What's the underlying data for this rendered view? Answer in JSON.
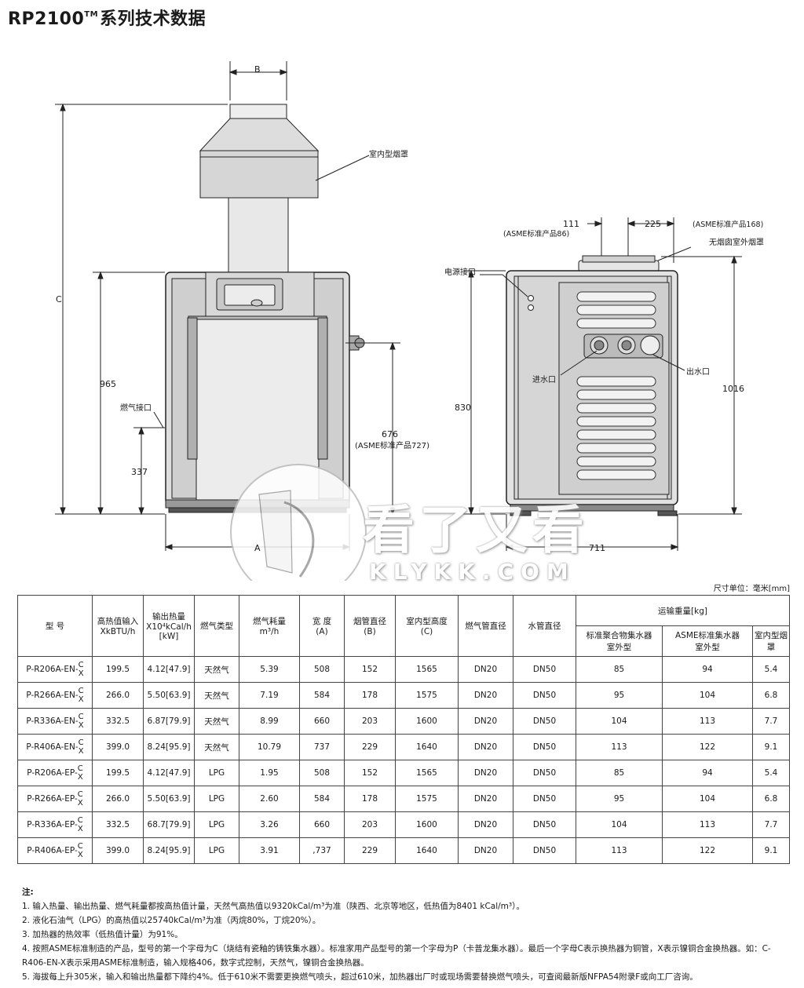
{
  "title": {
    "main": "RP2100",
    "sup": "TM",
    "rest": "系列技术数据"
  },
  "front_view": {
    "dim_b": "B",
    "dim_c": "C",
    "dim_965": "965",
    "dim_337": "337",
    "dim_a": "A",
    "dim_676": "676",
    "dim_676_note": "(ASME标准产品727)",
    "label_hood": "室内型烟罩",
    "label_gas": "燃气接口"
  },
  "side_view": {
    "dim_111": "111",
    "dim_111_note": "(ASME标准产品86)",
    "dim_225": "225",
    "dim_225_note": "(ASME标准产品168)",
    "label_outdoor_hood": "无烟囱室外烟罩",
    "label_power": "电源接口",
    "label_inlet": "进水口",
    "label_outlet": "出水口",
    "dim_830": "830",
    "dim_1016": "1016",
    "dim_711": "711"
  },
  "watermark": {
    "main": "看了又看",
    "sub": "KLYKK.COM"
  },
  "unit_note": "尺寸单位：毫米[mm]",
  "table": {
    "headers": {
      "model": "型 号",
      "input": [
        "高热值输入",
        "XkBTU/h"
      ],
      "output": [
        "输出热量",
        "X10⁴kCal/h",
        "[kW]"
      ],
      "gas_type": "燃气类型",
      "gas_use": [
        "燃气耗量",
        "m³/h"
      ],
      "width": [
        "宽 度",
        "(A)"
      ],
      "flue": [
        "烟管直径",
        "(B)"
      ],
      "height": [
        "室内型高度",
        "(C)"
      ],
      "gas_pipe": "燃气管直径",
      "water_pipe": "水管直径",
      "ship_weight": "运输重量[kg]",
      "w1": [
        "标准聚合物集水器",
        "室外型"
      ],
      "w2": [
        "ASME标准集水器",
        "室外型"
      ],
      "w3": "室内型烟罩"
    },
    "rows": [
      {
        "model": "P-R206A-EN-",
        "c": "C",
        "x": "X",
        "input": "199.5",
        "output": "4.12[47.9]",
        "gas": "天然气",
        "use": "5.39",
        "a": "508",
        "b": "152",
        "h": "1565",
        "gp": "DN20",
        "wp": "DN50",
        "w1": "85",
        "w2": "94",
        "w3": "5.4"
      },
      {
        "model": "P-R266A-EN-",
        "c": "C",
        "x": "X",
        "input": "266.0",
        "output": "5.50[63.9]",
        "gas": "天然气",
        "use": "7.19",
        "a": "584",
        "b": "178",
        "h": "1575",
        "gp": "DN20",
        "wp": "DN50",
        "w1": "95",
        "w2": "104",
        "w3": "6.8"
      },
      {
        "model": "P-R336A-EN-",
        "c": "C",
        "x": "X",
        "input": "332.5",
        "output": "6.87[79.9]",
        "gas": "天然气",
        "use": "8.99",
        "a": "660",
        "b": "203",
        "h": "1600",
        "gp": "DN20",
        "wp": "DN50",
        "w1": "104",
        "w2": "113",
        "w3": "7.7"
      },
      {
        "model": "P-R406A-EN-",
        "c": "C",
        "x": "X",
        "input": "399.0",
        "output": "8.24[95.9]",
        "gas": "天然气",
        "use": "10.79",
        "a": "737",
        "b": "229",
        "h": "1640",
        "gp": "DN20",
        "wp": "DN50",
        "w1": "113",
        "w2": "122",
        "w3": "9.1"
      },
      {
        "model": "P-R206A-EP-",
        "c": "C",
        "x": "X",
        "input": "199.5",
        "output": "4.12[47.9]",
        "gas": "LPG",
        "use": "1.95",
        "a": "508",
        "b": "152",
        "h": "1565",
        "gp": "DN20",
        "wp": "DN50",
        "w1": "85",
        "w2": "94",
        "w3": "5.4"
      },
      {
        "model": "P-R266A-EP-",
        "c": "C",
        "x": "X",
        "input": "266.0",
        "output": "5.50[63.9]",
        "gas": "LPG",
        "use": "2.60",
        "a": "584",
        "b": "178",
        "h": "1575",
        "gp": "DN20",
        "wp": "DN50",
        "w1": "95",
        "w2": "104",
        "w3": "6.8"
      },
      {
        "model": "P-R336A-EP-",
        "c": "C",
        "x": "X",
        "input": "332.5",
        "output": "68.7[79.9]",
        "gas": "LPG",
        "use": "3.26",
        "a": "660",
        "b": "203",
        "h": "1600",
        "gp": "DN20",
        "wp": "DN50",
        "w1": "104",
        "w2": "113",
        "w3": "7.7"
      },
      {
        "model": "P-R406A-EP-",
        "c": "C",
        "x": "X",
        "input": "399.0",
        "output": "8.24[95.9]",
        "gas": "LPG",
        "use": "3.91",
        "a": ",737",
        "b": "229",
        "h": "1640",
        "gp": "DN20",
        "wp": "DN50",
        "w1": "113",
        "w2": "122",
        "w3": "9.1"
      }
    ]
  },
  "notes": {
    "heading": "注:",
    "items": [
      "1. 输入热量、输出热量、燃气耗量都按高热值计量，天然气高热值以9320kCal/m³为准（陕西、北京等地区，低热值为8401 kCal/m³）。",
      "2. 液化石油气（LPG）的高热值以25740kCal/m³为准（丙烷80%，丁烷20%）。",
      "3. 加热器的热效率（低热值计量）为91%。",
      "4. 按照ASME标准制造的产品，型号的第一个字母为C（烧结有瓷釉的铸铁集水器）。标准家用产品型号的第一个字母为P（卡普龙集水器）。最后一个字母C表示换热器为铜管，X表示镍铜合金换热器。如：C-R406-EN-X表示采用ASME标准制造，输入规格406，数字式控制，天然气，镍铜合金换热器。",
      "5. 海拔每上升305米，输入和输出热量都下降约4%。低于610米不需要更换燃气喷头，超过610米，加热器出厂时或现场需要替换燃气喷头，可查阅最新版NFPA54附录F或向工厂咨询。"
    ]
  }
}
